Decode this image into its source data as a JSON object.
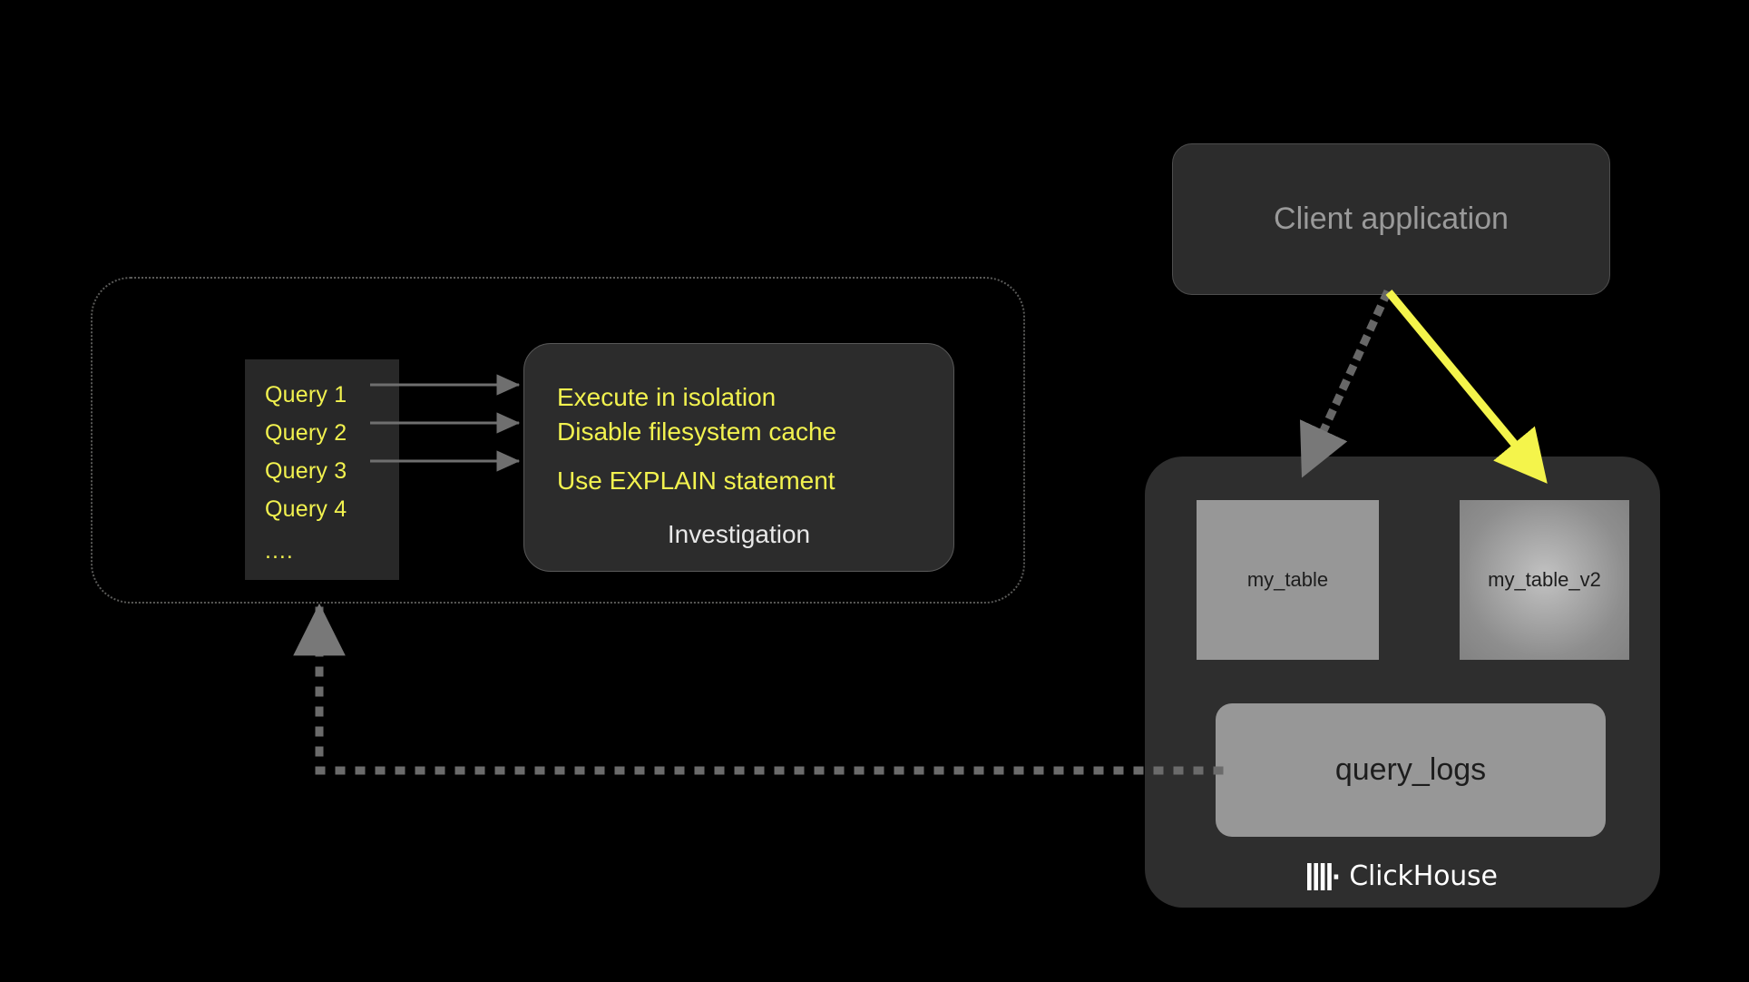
{
  "colors": {
    "background": "#000000",
    "accent_yellow": "#f2f24f",
    "arrow_yellow": "#f4f44b",
    "panel_dark": "#2c2c2c",
    "panel_clickhouse": "#2e2e2e",
    "table_gray": "#979797",
    "dotted_gray": "#5a5a58",
    "muted_text": "#9a9a9a",
    "white_text": "#ffffff"
  },
  "investigation_group": {
    "name": "investigation-container",
    "query_panel": {
      "items": [
        "Query 1",
        "Query 2",
        "Query 3",
        "Query 4"
      ],
      "ellipsis": "...."
    },
    "investigation_box": {
      "lines": [
        "Execute in isolation",
        "Disable filesystem cache",
        "Use EXPLAIN statement"
      ],
      "caption": "Investigation"
    },
    "arrows": [
      {
        "name": "query-1-to-investigation",
        "from": "Query 1",
        "to": "Investigation",
        "style": "solid"
      },
      {
        "name": "query-2-to-investigation",
        "from": "Query 2",
        "to": "Investigation",
        "style": "solid"
      },
      {
        "name": "query-3-to-investigation",
        "from": "Query 3",
        "to": "Investigation",
        "style": "solid"
      }
    ]
  },
  "client": {
    "label": "Client application"
  },
  "clickhouse": {
    "brand": "ClickHouse",
    "logo_bars": 4,
    "tables": [
      {
        "id": "my-table",
        "label": "my_table",
        "highlighted": false
      },
      {
        "id": "my-table-v2",
        "label": "my_table_v2",
        "highlighted": true
      }
    ],
    "logs_table": {
      "id": "query-logs",
      "label": "query_logs"
    }
  },
  "connections": [
    {
      "name": "client-to-my-table",
      "from": "Client application",
      "to": "my_table",
      "style": "dotted",
      "color": "#6e6e6e"
    },
    {
      "name": "client-to-my-table-v2",
      "from": "Client application",
      "to": "my_table_v2",
      "style": "solid",
      "color": "#f4f44b"
    },
    {
      "name": "query-logs-to-query-panel",
      "from": "query_logs",
      "to": "Query panel",
      "style": "dotted",
      "color": "#6e6e6e"
    }
  ]
}
